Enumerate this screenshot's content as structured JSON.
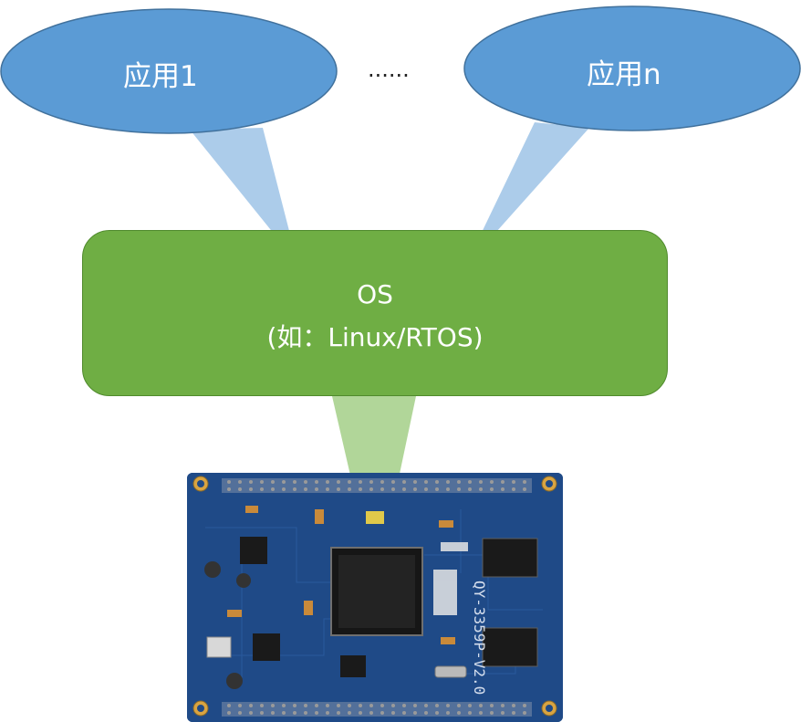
{
  "diagram": {
    "app1_label": "应用1",
    "ellipsis": "......",
    "appn_label": "应用n",
    "os_title": "OS",
    "os_subtitle": "(如：Linux/RTOS)",
    "board_silkscreen": "QY-3359P-V2.0",
    "colors": {
      "ellipse_fill": "#5b9bd5",
      "ellipse_stroke": "#41719c",
      "os_fill": "#6fae44",
      "os_stroke": "#4f8a2c",
      "beam_blue": "#9dc3e6",
      "beam_green": "#a9d18e",
      "pcb": "#1f4a87"
    }
  }
}
